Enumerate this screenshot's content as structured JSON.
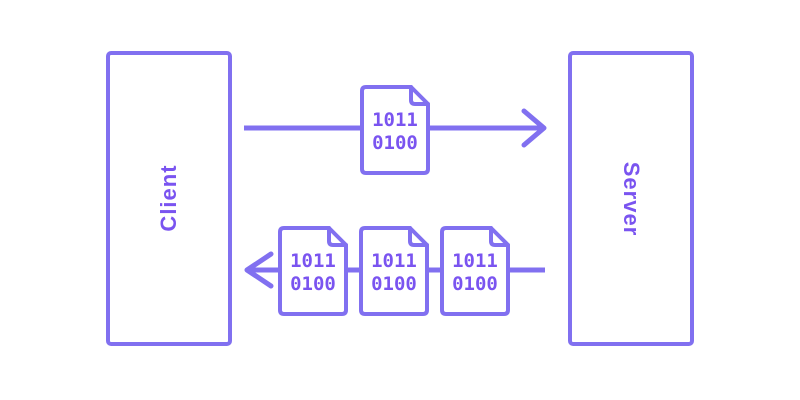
{
  "colors": {
    "accent_stroke": "#8170f0",
    "accent_text": "#7a54f0",
    "background": "#ffffff"
  },
  "nodes": {
    "client": {
      "label": "Client"
    },
    "server": {
      "label": "Server"
    }
  },
  "flows": {
    "request": {
      "direction": "left-to-right",
      "documents": [
        {
          "lines": [
            "1011",
            "0100"
          ]
        }
      ]
    },
    "response": {
      "direction": "right-to-left",
      "documents": [
        {
          "lines": [
            "1011",
            "0100"
          ]
        },
        {
          "lines": [
            "1011",
            "0100"
          ]
        },
        {
          "lines": [
            "1011",
            "0100"
          ]
        }
      ]
    }
  }
}
